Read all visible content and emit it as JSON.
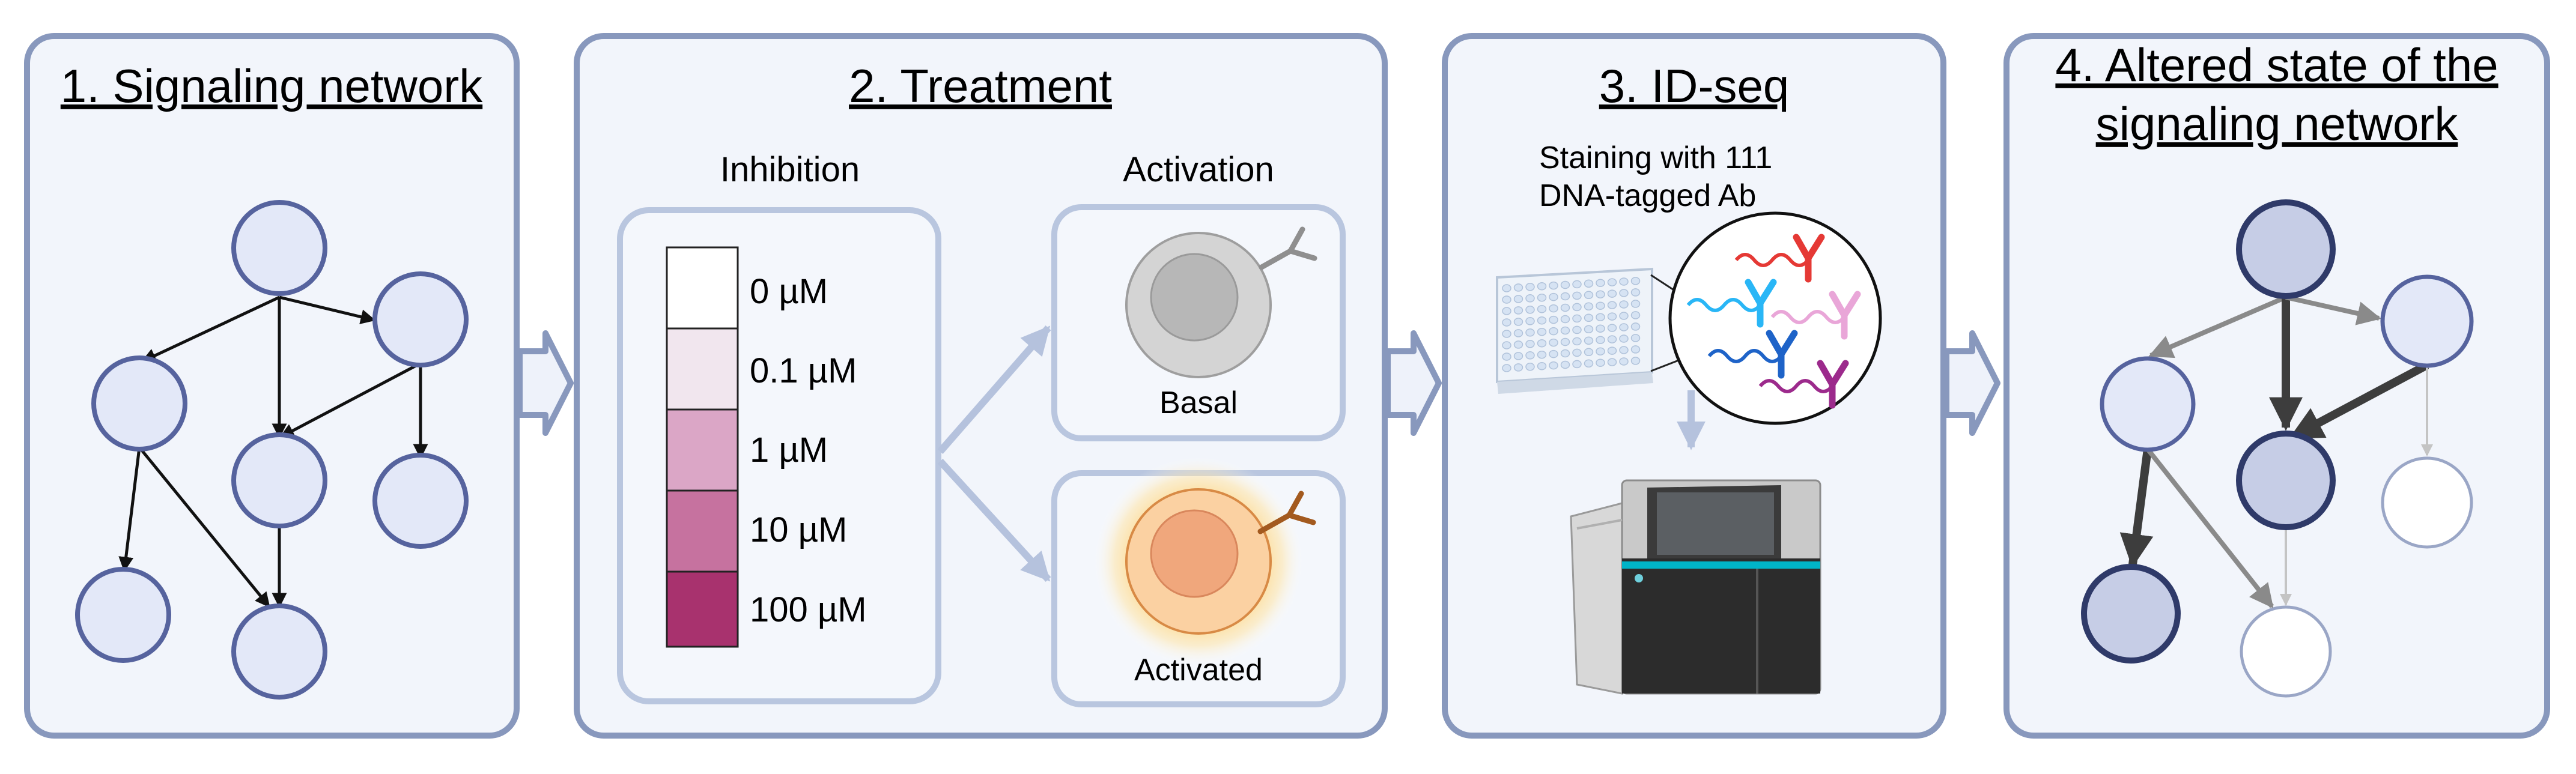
{
  "panels": [
    {
      "title": "1. Signaling network"
    },
    {
      "title": "2. Treatment"
    },
    {
      "title": "3. ID-seq"
    },
    {
      "title_lines": [
        "4. Altered state of the",
        "signaling network"
      ]
    }
  ],
  "treatment": {
    "inhibition_label": "Inhibition",
    "activation_label": "Activation",
    "concentrations": [
      "0 µM",
      "0.1 µM",
      "1 µM",
      "10 µM",
      "100 µM"
    ],
    "concentration_colors": [
      "#ffffff",
      "#f1e6ee",
      "#dba6c6",
      "#c6729f",
      "#a8326e"
    ],
    "basal_label": "Basal",
    "activated_label": "Activated"
  },
  "idseq": {
    "staining_lines": [
      "Staining with 111",
      "DNA-tagged Ab"
    ],
    "antibody_colors": [
      "#e53935",
      "#29b6f6",
      "#e9a6d8",
      "#1e63c8",
      "#9c2a8c"
    ]
  },
  "colors": {
    "panel_fill": "#f2f5fb",
    "panel_stroke": "#8898bd",
    "node_fill": "#e3e8f8",
    "node_stroke": "#56639e",
    "arrow": "#b5c2dd"
  }
}
